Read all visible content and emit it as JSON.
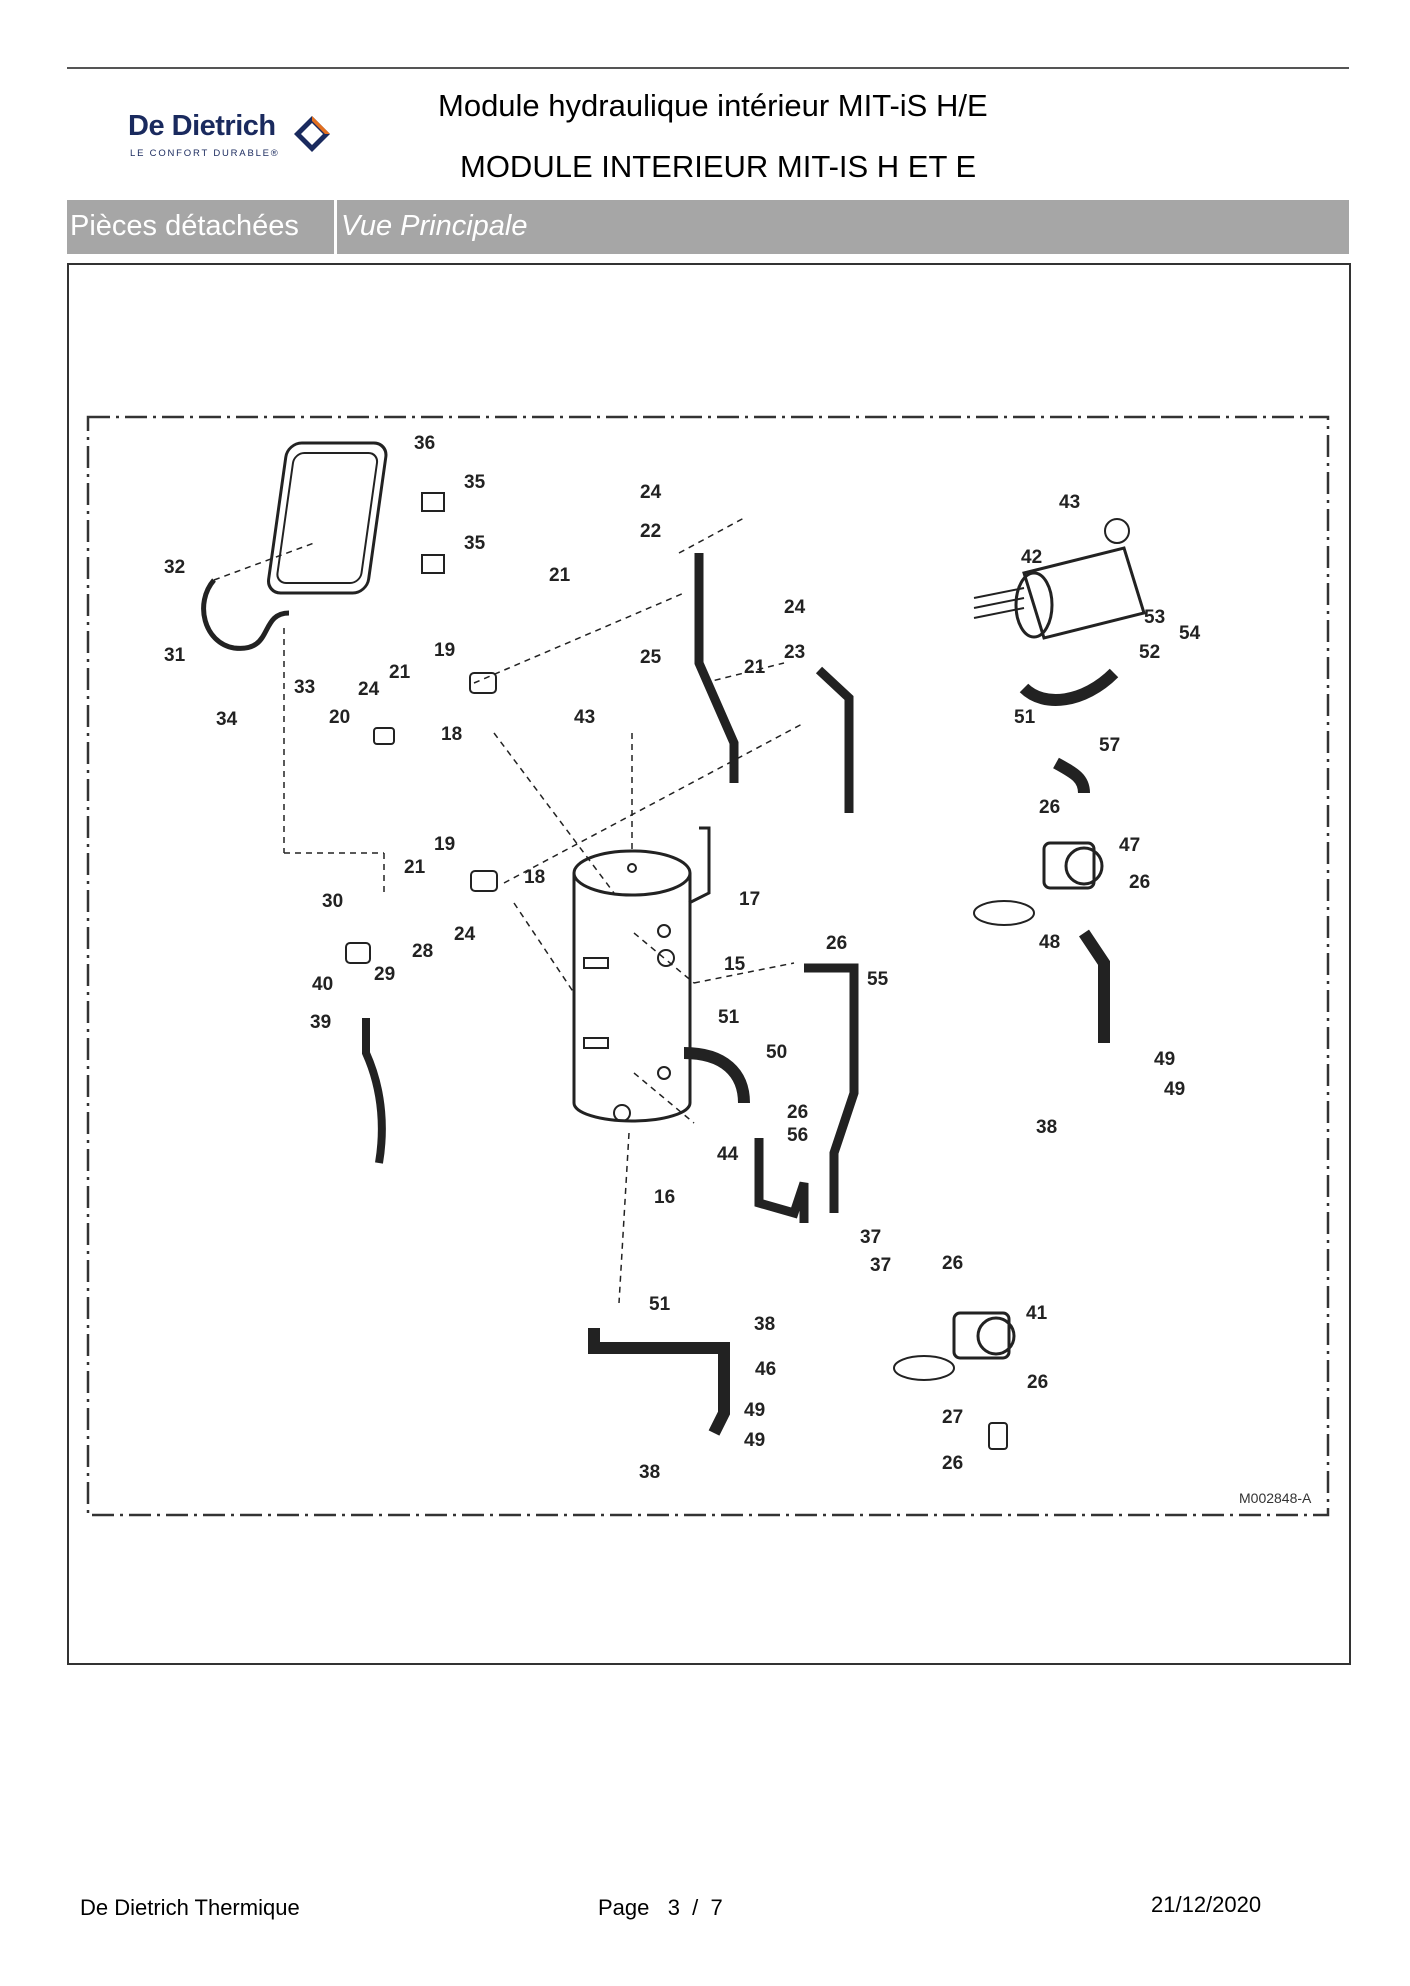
{
  "brand": {
    "name": "De Dietrich",
    "tagline": "LE CONFORT DURABLE®",
    "color": "#1a2a5e",
    "accent": "#e36f1e"
  },
  "header": {
    "title_line1": "Module hydraulique intérieur MIT-iS H/E",
    "title_line2": "MODULE INTERIEUR MIT-IS H ET E"
  },
  "section_bar": {
    "left_label": "Pièces détachées",
    "right_label": "Vue Principale",
    "background": "#a6a6a6"
  },
  "diagram": {
    "reference": "M002848-A",
    "part_labels": [
      "36",
      "35",
      "35",
      "32",
      "31",
      "34",
      "33",
      "21",
      "19",
      "21",
      "24",
      "20",
      "18",
      "24",
      "22",
      "25",
      "21",
      "23",
      "24",
      "43",
      "43",
      "42",
      "53",
      "54",
      "52",
      "51",
      "57",
      "26",
      "47",
      "26",
      "48",
      "19",
      "21",
      "18",
      "30",
      "28",
      "24",
      "29",
      "40",
      "39",
      "17",
      "15",
      "51",
      "50",
      "26",
      "55",
      "26",
      "56",
      "44",
      "16",
      "51",
      "37",
      "37",
      "38",
      "46",
      "49",
      "49",
      "38",
      "26",
      "41",
      "26",
      "27",
      "26",
      "49",
      "49",
      "38"
    ]
  },
  "footer": {
    "company": "De Dietrich Thermique",
    "page": "Page   3  /  7",
    "date": "21/12/2020"
  }
}
